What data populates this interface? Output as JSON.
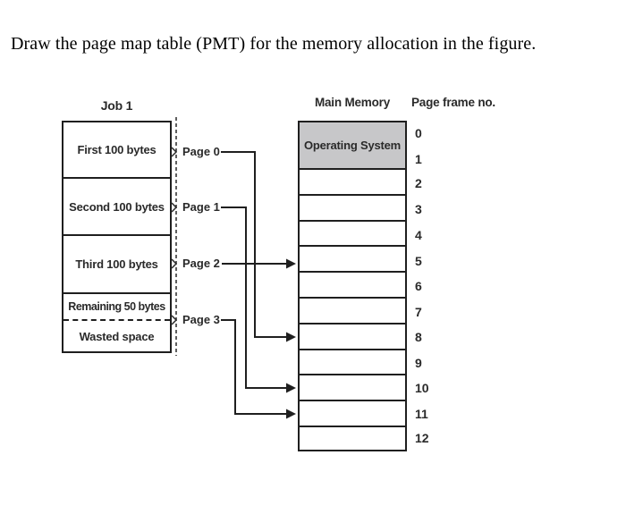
{
  "title": "Draw the page map table (PMT) for the memory allocation in the figure.",
  "diagram": {
    "job": {
      "title": "Job 1",
      "segments": [
        "First 100 bytes",
        "Second 100 bytes",
        "Third 100 bytes",
        "Remaining 50 bytes",
        "Wasted space"
      ]
    },
    "pages": [
      {
        "label": "Page 0",
        "mapped_frame": 8
      },
      {
        "label": "Page 1",
        "mapped_frame": 10
      },
      {
        "label": "Page 2",
        "mapped_frame": 5
      },
      {
        "label": "Page 3",
        "mapped_frame": 11
      }
    ],
    "memory": {
      "title": "Main Memory",
      "os_label": "Operating System",
      "frame_header": "Page frame no.",
      "frame_numbers": [
        "0",
        "1",
        "2",
        "3",
        "4",
        "5",
        "6",
        "7",
        "8",
        "9",
        "10",
        "11",
        "12"
      ],
      "os_frames": [
        0,
        1
      ]
    },
    "colors": {
      "os_fill": "#c7c7c9",
      "line": "#1f1f1f",
      "background": "#ffffff"
    }
  }
}
